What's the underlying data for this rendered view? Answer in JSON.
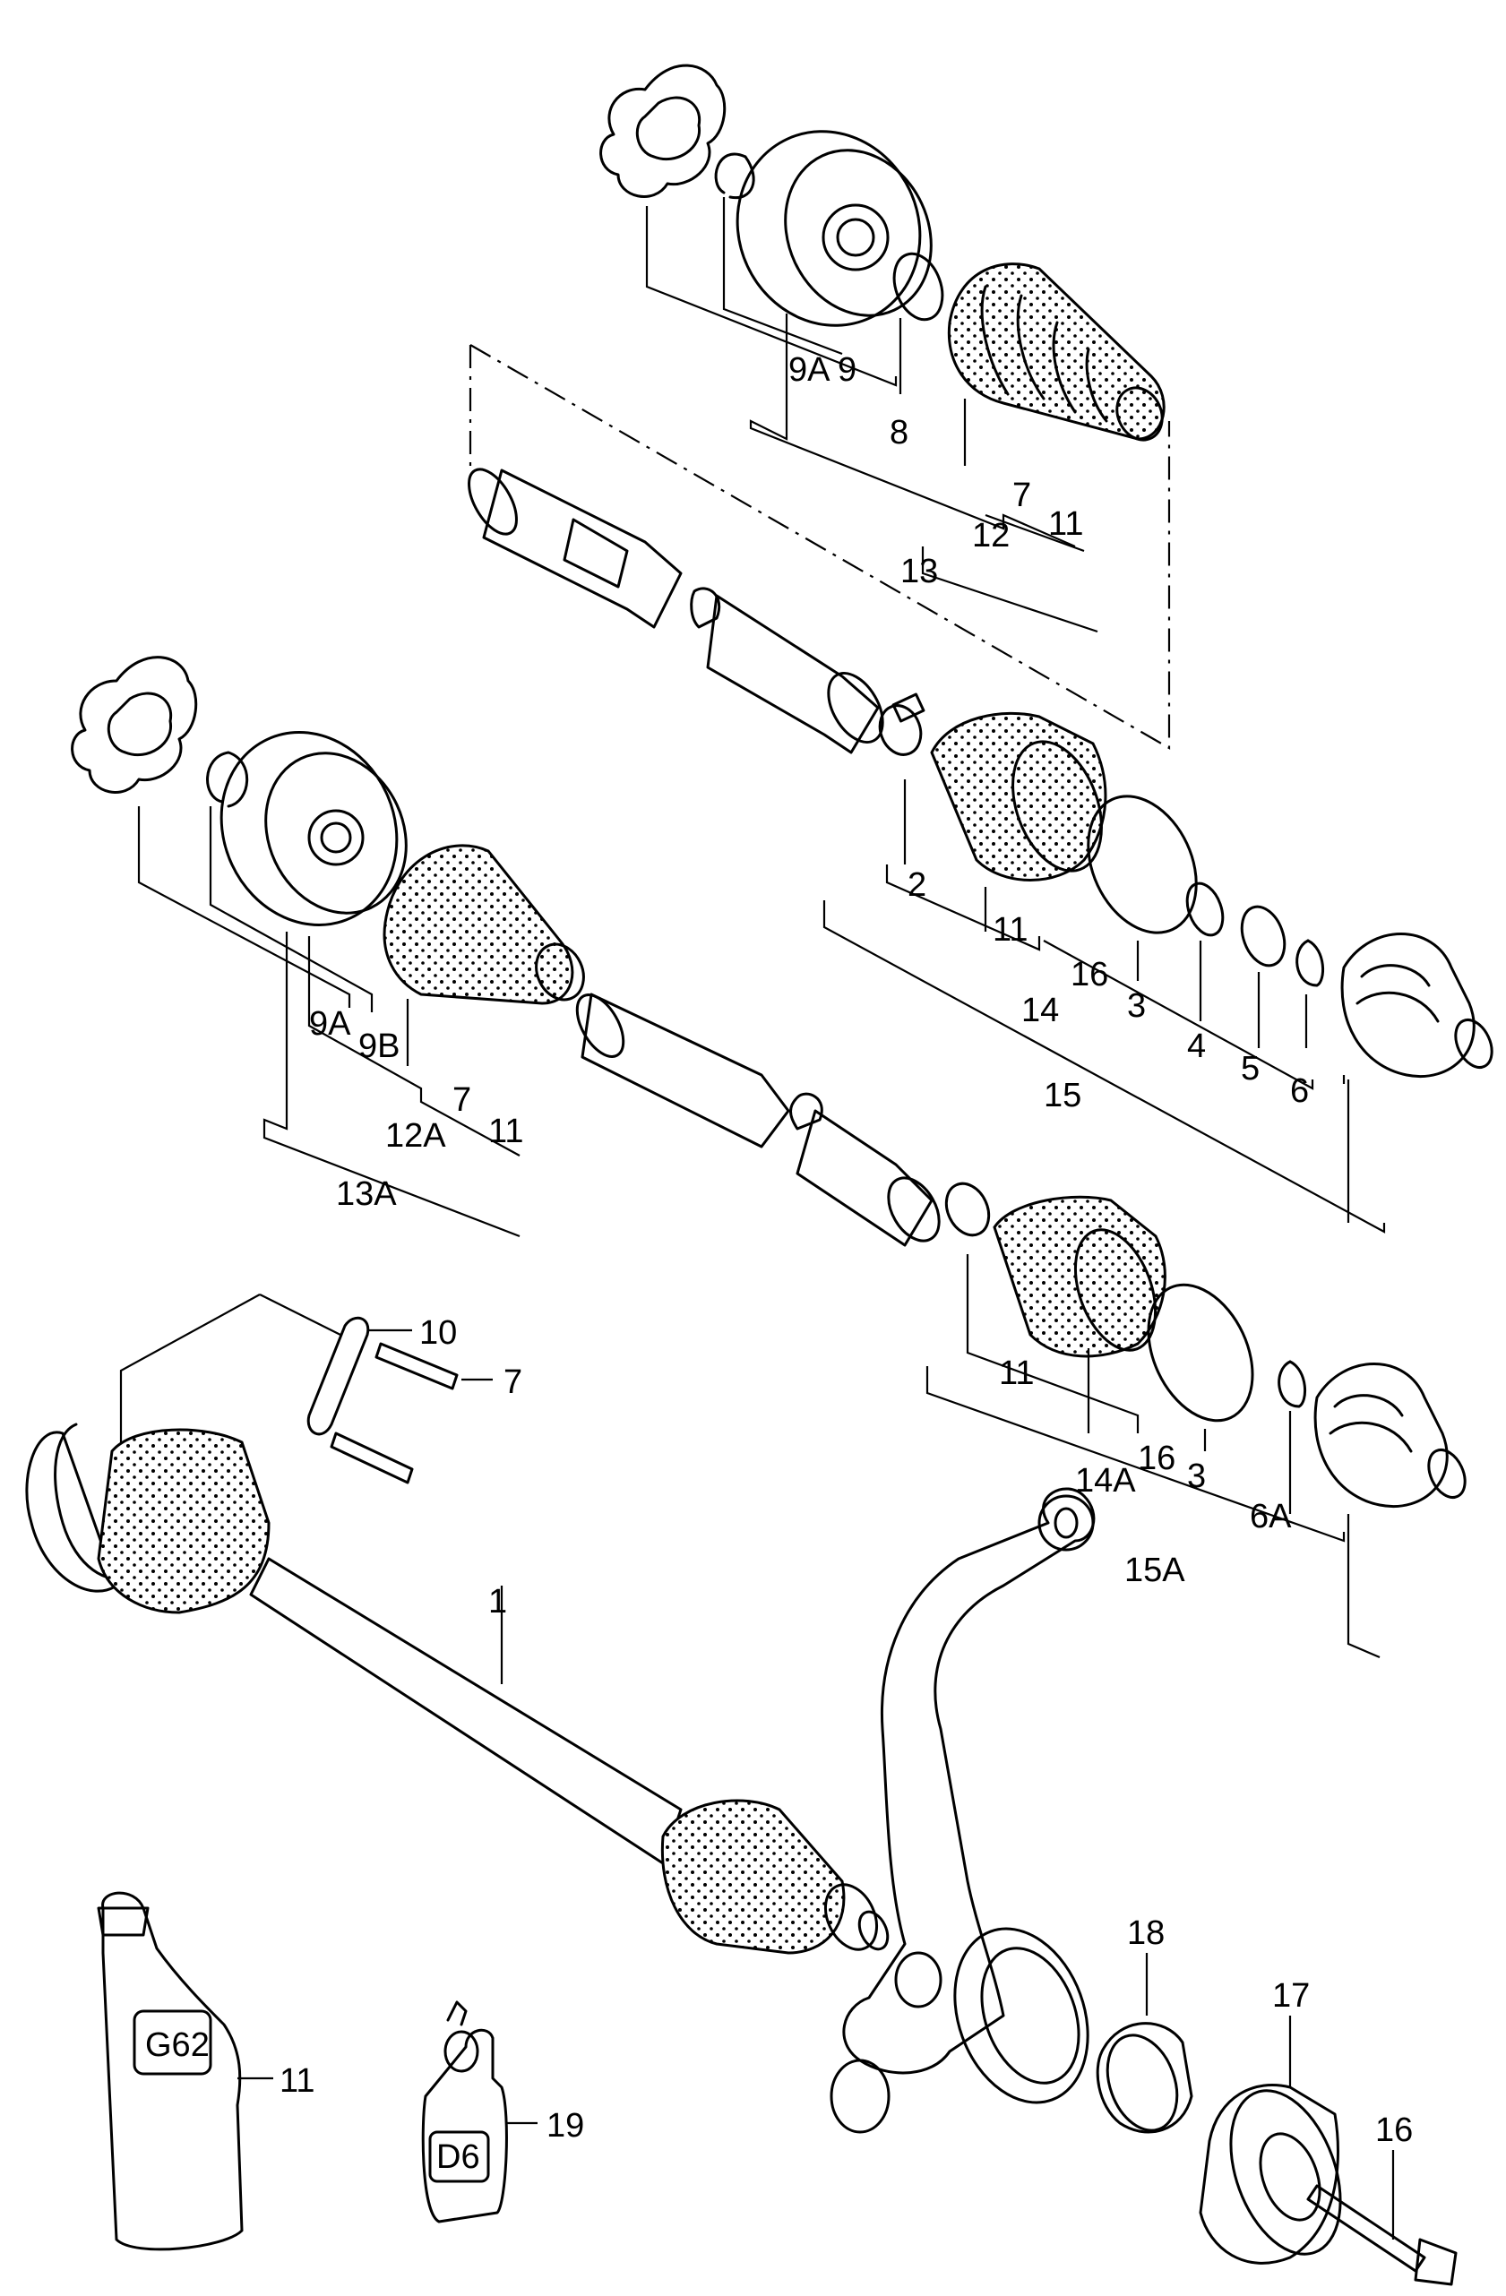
{
  "diagram": {
    "callouts": [
      {
        "id": "c-9a-top",
        "text": "9A"
      },
      {
        "id": "c-9-top",
        "text": "9"
      },
      {
        "id": "c-8",
        "text": "8"
      },
      {
        "id": "c-7-top",
        "text": "7"
      },
      {
        "id": "c-11-top",
        "text": "11"
      },
      {
        "id": "c-12",
        "text": "12"
      },
      {
        "id": "c-13",
        "text": "13"
      },
      {
        "id": "c-2",
        "text": "2"
      },
      {
        "id": "c-11-mid",
        "text": "11"
      },
      {
        "id": "c-16-mid",
        "text": "16"
      },
      {
        "id": "c-3-mid",
        "text": "3"
      },
      {
        "id": "c-4",
        "text": "4"
      },
      {
        "id": "c-5",
        "text": "5"
      },
      {
        "id": "c-6",
        "text": "6"
      },
      {
        "id": "c-14",
        "text": "14"
      },
      {
        "id": "c-15",
        "text": "15"
      },
      {
        "id": "c-9a-left",
        "text": "9A"
      },
      {
        "id": "c-9b",
        "text": "9B"
      },
      {
        "id": "c-7-left",
        "text": "7"
      },
      {
        "id": "c-11-left",
        "text": "11"
      },
      {
        "id": "c-12a",
        "text": "12A"
      },
      {
        "id": "c-13a",
        "text": "13A"
      },
      {
        "id": "c-10",
        "text": "10"
      },
      {
        "id": "c-7-bolt",
        "text": "7"
      },
      {
        "id": "c-11-low",
        "text": "11"
      },
      {
        "id": "c-16-low",
        "text": "16"
      },
      {
        "id": "c-3-low",
        "text": "3"
      },
      {
        "id": "c-14a",
        "text": "14A"
      },
      {
        "id": "c-6a",
        "text": "6A"
      },
      {
        "id": "c-15a",
        "text": "15A"
      },
      {
        "id": "c-1",
        "text": "1"
      },
      {
        "id": "c-18",
        "text": "18"
      },
      {
        "id": "c-17",
        "text": "17"
      },
      {
        "id": "c-11-tube",
        "text": "11"
      },
      {
        "id": "c-19",
        "text": "19"
      },
      {
        "id": "c-16-bolt",
        "text": "16"
      }
    ],
    "labels": {
      "grease_tube": "G62",
      "oil_bottle": "D6"
    }
  }
}
